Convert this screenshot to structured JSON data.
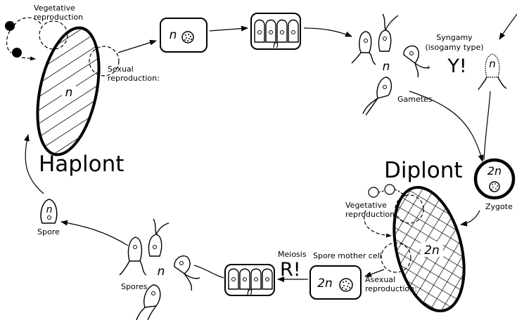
{
  "labels": {
    "haplont": "Haplont",
    "diplont": "Diplont",
    "vegetative_reproduction_top_1": "Vegetative",
    "vegetative_reproduction_top_2": "reproduction",
    "sexual_reproduction_1": "Sexual",
    "sexual_reproduction_2": "reproduction:",
    "syngamy_1": "Syngamy",
    "syngamy_2": "(isogamy type)",
    "syngamy_code": "Y!",
    "gametes": "Gametes",
    "zygote": "Zygote",
    "vegetative_reproduction_mid_1": "Vegetative",
    "vegetative_reproduction_mid_2": "reproduction",
    "asexual_reproduction_1": "Asexual",
    "asexual_reproduction_2": "reproduction:",
    "spore_mother_cell": "Spore mother cell",
    "meiosis": "Meiosis",
    "meiosis_code": "R!",
    "spores": "Spores",
    "spore": "Spore"
  },
  "ploidy": {
    "haploid": "n",
    "diploid": "2n"
  }
}
